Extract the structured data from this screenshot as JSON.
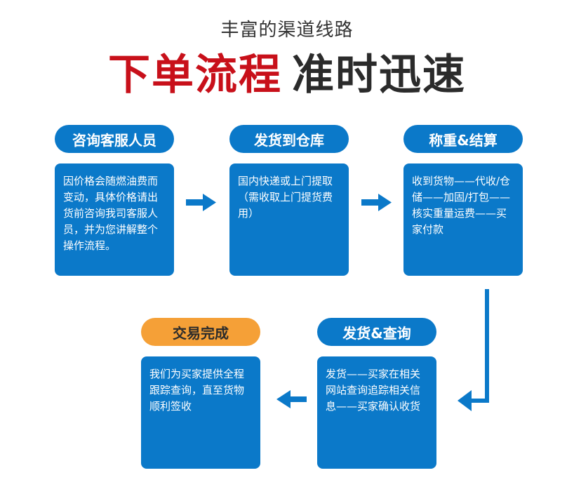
{
  "header": {
    "subtitle": "丰富的渠道线路",
    "title_red": "下单流程",
    "title_dark": "准时迅速"
  },
  "colors": {
    "blue": "#0b79c9",
    "orange": "#f5a037",
    "red": "#c8101a"
  },
  "steps": [
    {
      "label": "咨询客服人员",
      "lines": [
        "因价格会随燃油费而",
        "变动，具体价格请出",
        "货前咨询我司客服人",
        "员，并为您讲解整个",
        "操作流程。"
      ]
    },
    {
      "label": "发货到仓库",
      "lines": [
        "国内快递或上门提取",
        "（需收取上门提货费",
        "用）"
      ]
    },
    {
      "label": "称重&结算",
      "lines": [
        "收到货物——代收/仓",
        "储——加固/打包——",
        "核实重量运费——买",
        "家付款"
      ]
    },
    {
      "label": "发货&查询",
      "lines": [
        "发货——买家在相关",
        "网站查询追踪相关信",
        "息——买家确认收货"
      ]
    },
    {
      "label": "交易完成",
      "lines": [
        "我们为买家提供全程",
        "跟踪查询，直至货物",
        "顺利签收"
      ]
    }
  ]
}
